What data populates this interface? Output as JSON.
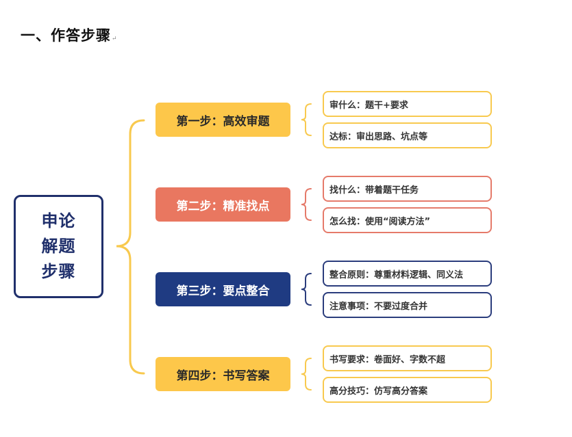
{
  "heading": {
    "text": "一、作答步骤",
    "paragraph_mark": "↵"
  },
  "root": {
    "lines": [
      "申论",
      "解题",
      "步骤"
    ],
    "border_color": "#1f2f6b"
  },
  "steps": [
    {
      "label": "第一步：高效审题",
      "color": "#fdc74a",
      "subs": [
        "审什么：题干+要求",
        "达标：审出思路、坑点等"
      ]
    },
    {
      "label": "第二步：精准找点",
      "color": "#e97760",
      "subs": [
        "找什么：带着题干任务",
        "怎么找：使用“阅读方法”"
      ]
    },
    {
      "label": "第三步：要点整合",
      "color": "#1f3b82",
      "subs": [
        "整合原则：尊重材料逻辑、同义法",
        "注意事项：不要过度合并"
      ]
    },
    {
      "label": "第四步：书写答案",
      "color": "#fdc74a",
      "subs": [
        "书写要求：卷面好、字数不超",
        "高分技巧：仿写高分答案"
      ]
    }
  ],
  "colors": {
    "main_brace": "#f8c94e",
    "small_brace_yellow": "#f8c94e",
    "small_brace_red": "#e57a6a",
    "small_brace_blue": "#2a3c7c"
  }
}
